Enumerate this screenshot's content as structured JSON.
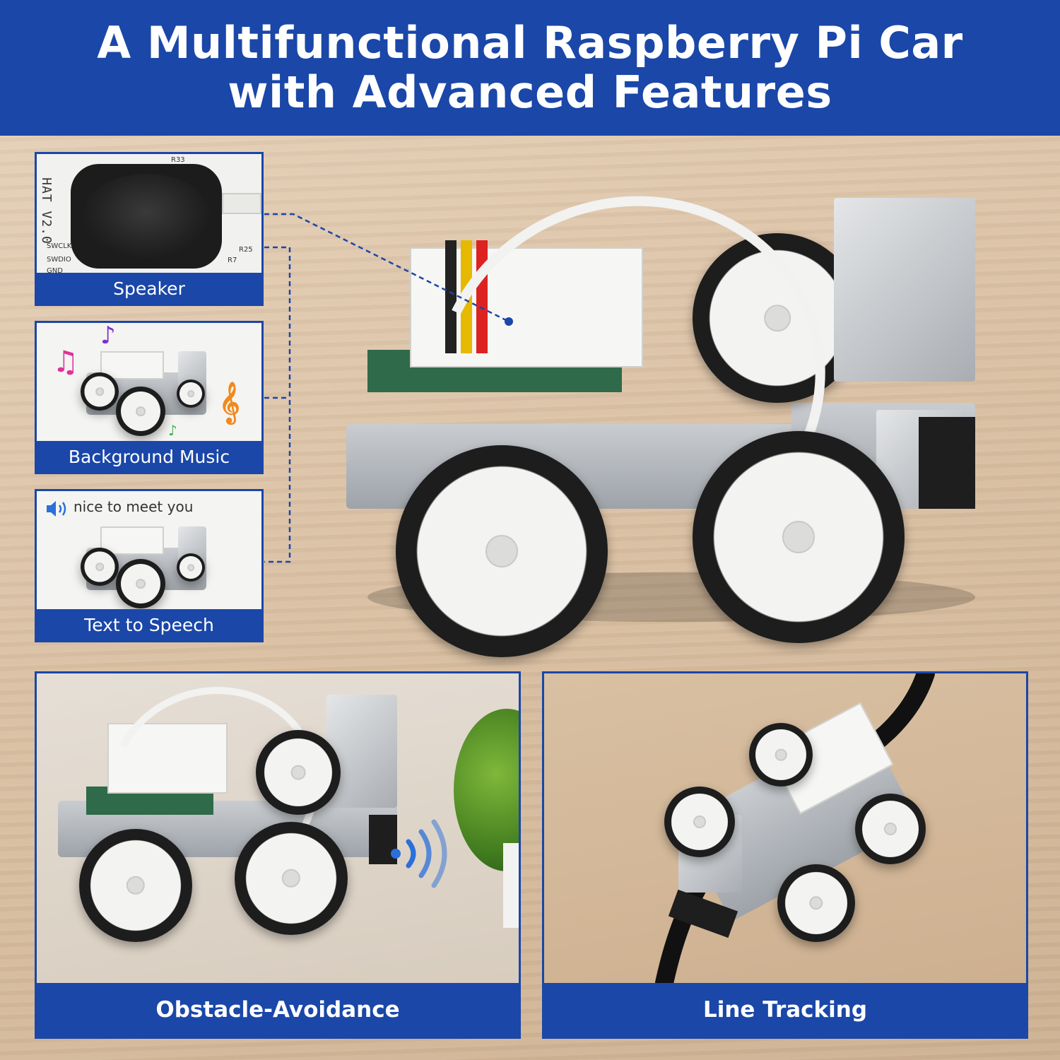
{
  "header": {
    "title_line1": "A Multifunctional Raspberry Pi Car",
    "title_line2": "with Advanced Features"
  },
  "features": {
    "speaker": "Speaker",
    "background_music": "Background Music",
    "text_to_speech": "Text to Speech",
    "tts_bubble": "nice to meet you",
    "obstacle_avoidance": "Obstacle-Avoidance",
    "line_tracking": "Line Tracking"
  },
  "pcb_silkscreen": {
    "board_label": "HAT V2.0",
    "pin_1": "SWCLK",
    "pin_2": "SWDIO",
    "pin_3": "GND",
    "resistor_1": "R33",
    "resistor_2": "R25",
    "resistor_3": "R7"
  },
  "colors": {
    "brand_blue": "#1a47a8",
    "caption_text": "#ffffff"
  },
  "icons": [
    "speaker-sound-icon",
    "music-note-icon",
    "sound-wave-icon"
  ]
}
